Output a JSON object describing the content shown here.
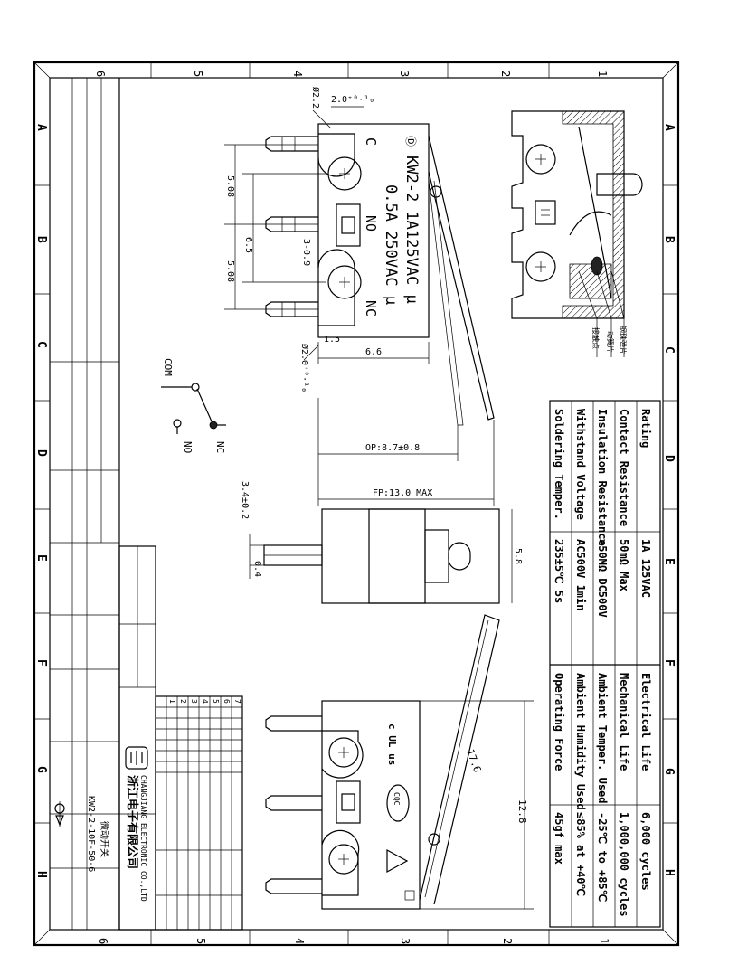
{
  "border": {
    "top_columns": [
      "6",
      "5",
      "4",
      "3",
      "2",
      "1"
    ],
    "bottom_columns": [
      "6",
      "5",
      "4",
      "3",
      "2",
      "1"
    ],
    "rows_left": [
      "A",
      "B",
      "C",
      "D",
      "E",
      "F",
      "G",
      "H"
    ],
    "rows_right": [
      "A",
      "B",
      "C",
      "D",
      "E",
      "F",
      "G",
      "H"
    ]
  },
  "switch_marking": {
    "line1": "KW2-2 1A125VAC µ",
    "line2": "0.5A 250VAC µ",
    "terminal_c": "C",
    "terminal_no": "NO",
    "terminal_nc": "NC",
    "logo_mark": "Ⓓ"
  },
  "dimensions": {
    "hole_dia_top": "Ø2.2",
    "hole_spacing_top": "2.0⁺⁰·¹₀",
    "pitch1": "5.08",
    "pitch2": "5.08",
    "mid": "6.5",
    "pin_width": "3-0.9",
    "edge": "1.5",
    "hole_dia_bottom": "Ø2.0⁺⁰·¹₀",
    "body_depth": "6.6",
    "op": "OP:8.7±0.8",
    "fp": "FP:13.0 MAX",
    "side_pin": "3.4±0.2",
    "side_thk": "0.4",
    "side_width": "5.8",
    "lever_len": "17.6",
    "body_len": "12.8"
  },
  "schematic": {
    "com": "COM",
    "no": "NO",
    "nc": "NC"
  },
  "section_callouts": [
    "钢珠弹片",
    "动簧片",
    "接触点"
  ],
  "cert_marks": {
    "ul": "c UL us",
    "cqc": "CQC"
  },
  "spec_table": {
    "left_col": [
      {
        "label": "Rating",
        "value": "1A 125VAC"
      },
      {
        "label": "Contact Resistance",
        "value": "50mΩ Max"
      },
      {
        "label": "Insulation Resistance",
        "value": ">50MΩ DC500V"
      },
      {
        "label": "Withstand Voltage",
        "value": "AC500V 1min"
      },
      {
        "label": "Soldering Temper.",
        "value": "235±5℃ 5s"
      }
    ],
    "right_col": [
      {
        "label": "Electrical Life",
        "value": "6,000 cycles"
      },
      {
        "label": "Mechanical Life",
        "value": "1,000,000 cycles"
      },
      {
        "label": "Ambient Temper. Used",
        "value": "-25℃ to +85℃"
      },
      {
        "label": "Ambient Humidity Used",
        "value": "≤85% at +40℃"
      },
      {
        "label": "Operating Force",
        "value": "45gf max"
      }
    ]
  },
  "title_block": {
    "company_cn": "浙江电子有限公司",
    "company_en": "CHANGJIANG ELECTRONIC CO.,LTD",
    "part_name": "微动开关",
    "part_number": "KW2-2-10F-50-6",
    "revision_rows": [
      "7",
      "6",
      "5",
      "4",
      "3",
      "2",
      "1"
    ]
  }
}
